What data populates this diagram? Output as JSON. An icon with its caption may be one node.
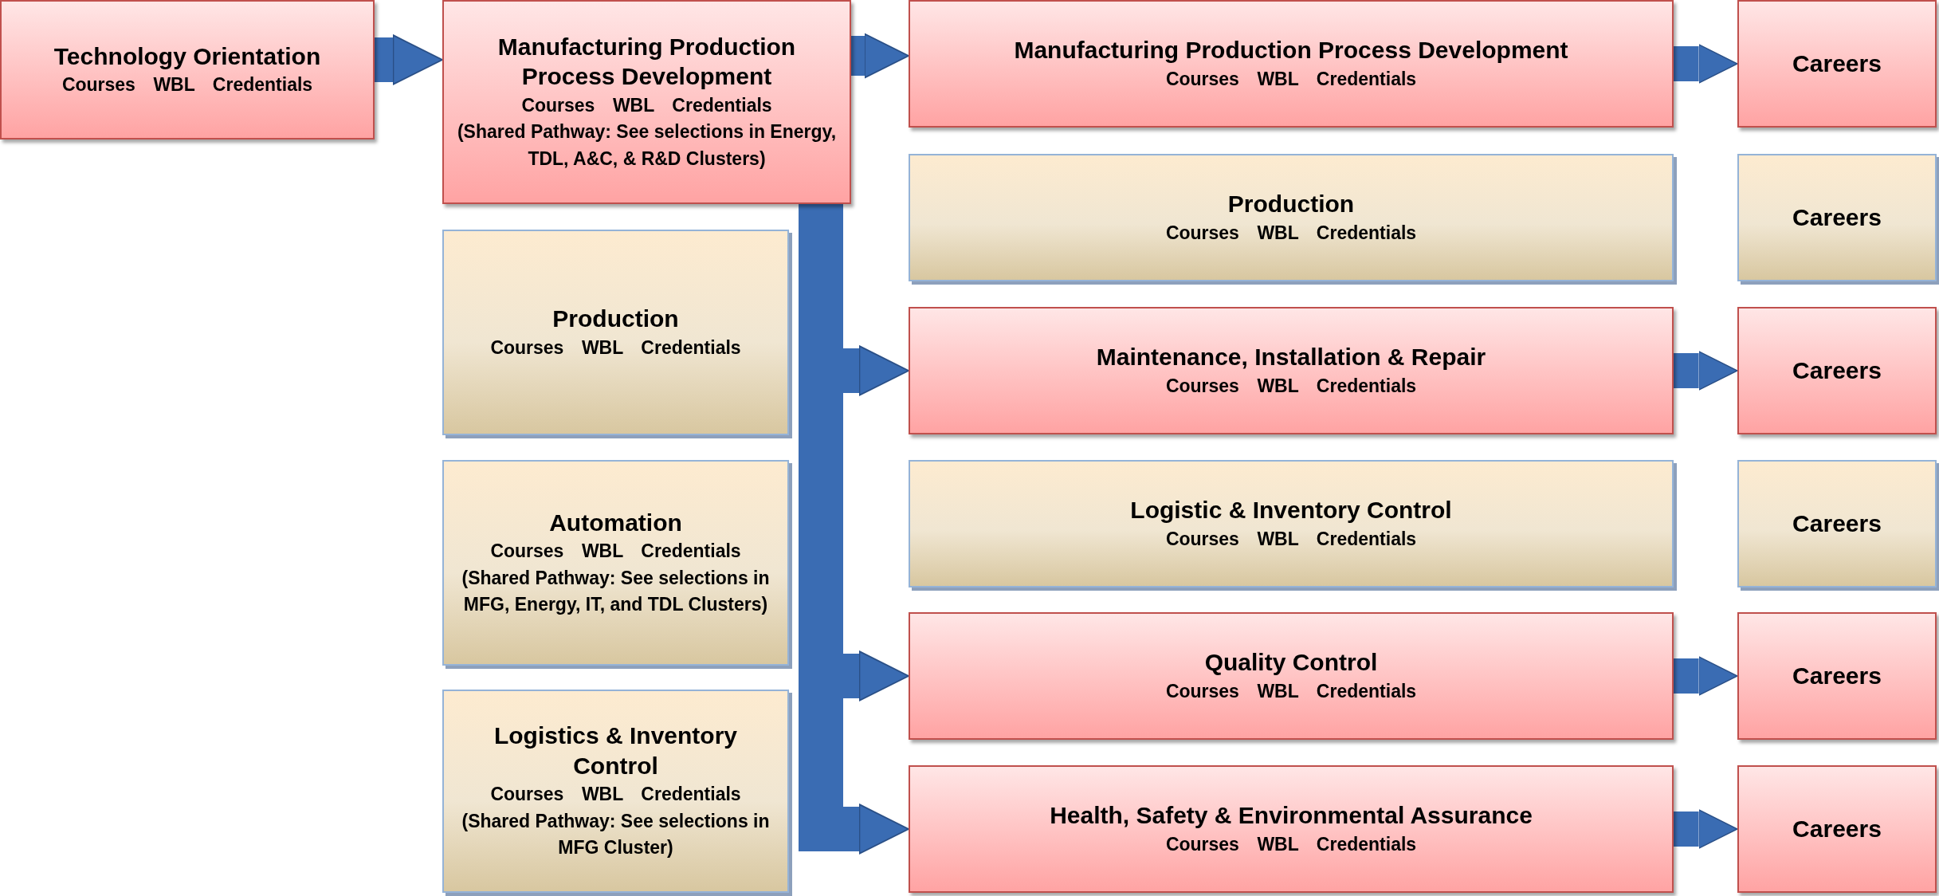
{
  "diagram": {
    "nodes": [
      {
        "text": [
          "Technology Orientation",
          "Courses WBL Credentials"
        ]
      },
      {
        "text": [
          "Manufacturing Production Process Development",
          "Courses WBL Credentials",
          "(Shared Pathway: See selections in Energy, TDL, A&C, & R&D Clusters)"
        ]
      },
      {
        "text": [
          "Manufacturing Production Process Development",
          "Courses WBL Credentials"
        ]
      },
      {
        "text": [
          "Careers"
        ]
      },
      {
        "text": [
          "Production",
          "Courses WBL Credentials"
        ]
      },
      {
        "text": [
          "Production",
          "Courses WBL Credentials"
        ]
      },
      {
        "text": [
          "Careers"
        ]
      },
      {
        "text": [
          "Maintenance, Installation & Repair",
          "Courses WBL Credentials"
        ]
      },
      {
        "text": [
          "Careers"
        ]
      },
      {
        "text": [
          "Automation",
          "Courses WBL Credentials",
          "(Shared Pathway: See selections in MFG, Energy, IT, and TDL Clusters)"
        ]
      },
      {
        "text": [
          "Logistic & Inventory Control",
          "Courses WBL Credentials"
        ]
      },
      {
        "text": [
          "Careers"
        ]
      },
      {
        "text": [
          "Quality Control",
          "Courses WBL Credentials"
        ]
      },
      {
        "text": [
          "Careers"
        ]
      },
      {
        "text": [
          "Logistics & Inventory Control",
          "Courses WBL Credentials",
          "(Shared Pathway: See selections in MFG Cluster)"
        ]
      },
      {
        "text": [
          "Health, Safety & Environmental Assurance",
          "Courses WBL Credentials"
        ]
      },
      {
        "text": [
          "Careers"
        ]
      }
    ],
    "edges": [
      {
        "from": 0,
        "to": 1,
        "arrow": "to"
      },
      {
        "from": 1,
        "to": 2,
        "arrow": "to"
      },
      {
        "from": 1,
        "to": 7,
        "arrow": "to"
      },
      {
        "from": 1,
        "to": 12,
        "arrow": "to"
      },
      {
        "from": 1,
        "to": 15,
        "arrow": "to"
      },
      {
        "from": 2,
        "to": 3,
        "arrow": "to"
      },
      {
        "from": 7,
        "to": 8,
        "arrow": "to"
      },
      {
        "from": 12,
        "to": 13,
        "arrow": "to"
      },
      {
        "from": 15,
        "to": 16,
        "arrow": "to"
      }
    ]
  }
}
